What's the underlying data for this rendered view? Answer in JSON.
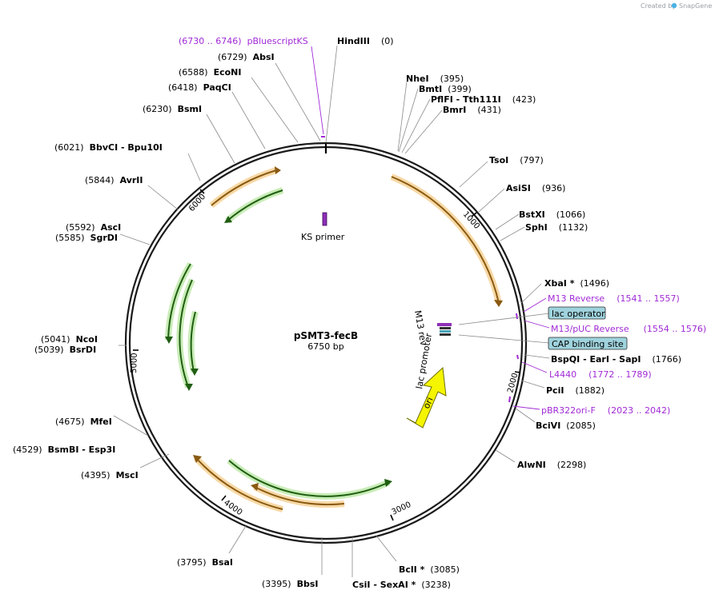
{
  "credit": {
    "prefix": "Created by",
    "brand": "SnapGene"
  },
  "plasmid": {
    "name": "pSMT3-fecB",
    "length_label": "6750 bp"
  },
  "ruler_ticks": [
    "1000",
    "2000",
    "3000",
    "4000",
    "5000",
    "6000"
  ],
  "sites": [
    {
      "pos": "(0)",
      "name": "HindIII"
    },
    {
      "pos": "(395)",
      "name": "NheI"
    },
    {
      "pos": "(399)",
      "name": "BmtI"
    },
    {
      "pos": "(423)",
      "name": "PflFI - Tth111I"
    },
    {
      "pos": "(431)",
      "name": "BmrI"
    },
    {
      "pos": "(797)",
      "name": "TsoI"
    },
    {
      "pos": "(936)",
      "name": "AsiSI"
    },
    {
      "pos": "(1066)",
      "name": "BstXI"
    },
    {
      "pos": "(1132)",
      "name": "SphI"
    },
    {
      "pos": "(1496)",
      "name": "XbaI *"
    },
    {
      "pos": "(1766)",
      "name": "BspQI - EarI - SapI"
    },
    {
      "pos": "(1882)",
      "name": "PciI"
    },
    {
      "pos": "(2085)",
      "name": "BciVI"
    },
    {
      "pos": "(2298)",
      "name": "AlwNI"
    },
    {
      "pos": "(3085)",
      "name": "BclI *"
    },
    {
      "pos": "(3238)",
      "name": "CsiI - SexAI *"
    },
    {
      "pos": "(3395)",
      "name": "BbsI"
    },
    {
      "pos": "(3795)",
      "name": "BsaI"
    },
    {
      "pos": "(4395)",
      "name": "MscI"
    },
    {
      "pos": "(4529)",
      "name": "BsmBI - Esp3I"
    },
    {
      "pos": "(4675)",
      "name": "MfeI"
    },
    {
      "pos": "(5039)",
      "name": "BsrDI"
    },
    {
      "pos": "(5041)",
      "name": "NcoI"
    },
    {
      "pos": "(5585)",
      "name": "SgrDI"
    },
    {
      "pos": "(5592)",
      "name": "AscI"
    },
    {
      "pos": "(5844)",
      "name": "AvrII"
    },
    {
      "pos": "(6021)",
      "name": "BbvCI - Bpu10I"
    },
    {
      "pos": "(6230)",
      "name": "BsmI"
    },
    {
      "pos": "(6418)",
      "name": "PaqCI"
    },
    {
      "pos": "(6588)",
      "name": "EcoNI"
    },
    {
      "pos": "(6729)",
      "name": "AbsI"
    }
  ],
  "primers": [
    {
      "name": "pBluescriptKS",
      "range": "(6730 .. 6746)"
    },
    {
      "name": "M13 Reverse",
      "range": "(1541 .. 1557)"
    },
    {
      "name": "M13/pUC Reverse",
      "range": "(1554 .. 1576)"
    },
    {
      "name": "L4440",
      "range": "(1772 .. 1789)"
    },
    {
      "name": "pBR322ori-F",
      "range": "(2023 .. 2042)"
    }
  ],
  "boxed_features": [
    "lac operator",
    "CAP binding site"
  ],
  "inner_labels": {
    "ks_primer": "KS primer",
    "m13_rev": "M13 rev",
    "lac_promoter": "lac promoter",
    "ori": "ori"
  },
  "colors": {
    "backbone": "#1a1a1a",
    "orange_feature": "#e09a3a",
    "green_feature": "#4aa82f",
    "ori_feature": "#f5f500",
    "primer": "#a12ad6",
    "feature_box": "#9fd3dd"
  }
}
